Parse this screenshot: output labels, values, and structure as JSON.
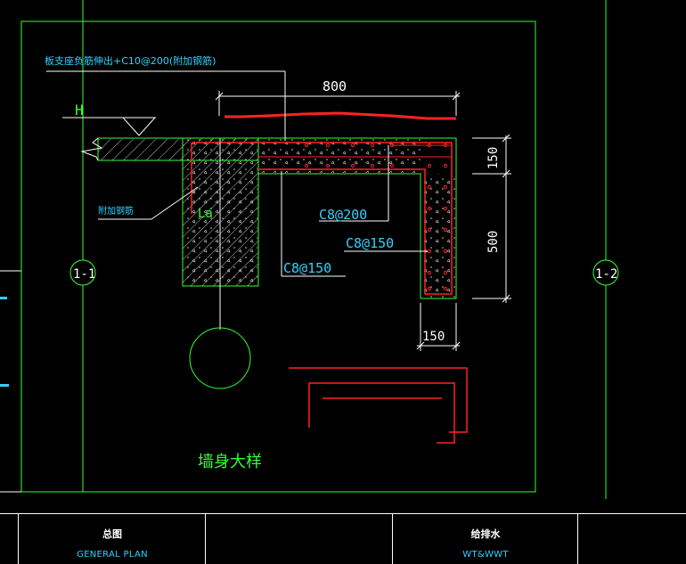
{
  "drawing": {
    "callout_top": "板支座负筋伸出+C10@200(附加钢筋)",
    "dim_top": "800",
    "level_mark": "H",
    "label_added_rebar": "附加钢筋",
    "label_la": "La",
    "rebar_1": "C8@200",
    "rebar_2": "C8@150",
    "rebar_3": "C8@150",
    "dim_right_1": "150",
    "dim_right_2": "500",
    "dim_bottom": "150",
    "axis_left": "1-1",
    "axis_right": "1-2",
    "detail_title": "墙身大样"
  },
  "title_block": {
    "cell1_cn": "总图",
    "cell1_en": "GENERAL PLAN",
    "cell2_cn": "给排水",
    "cell2_en": "WT&WWT"
  },
  "colors": {
    "frame": "#33ff33",
    "red": "#ff2222",
    "cyan": "#2fd2ff",
    "white": "#ffffff"
  }
}
